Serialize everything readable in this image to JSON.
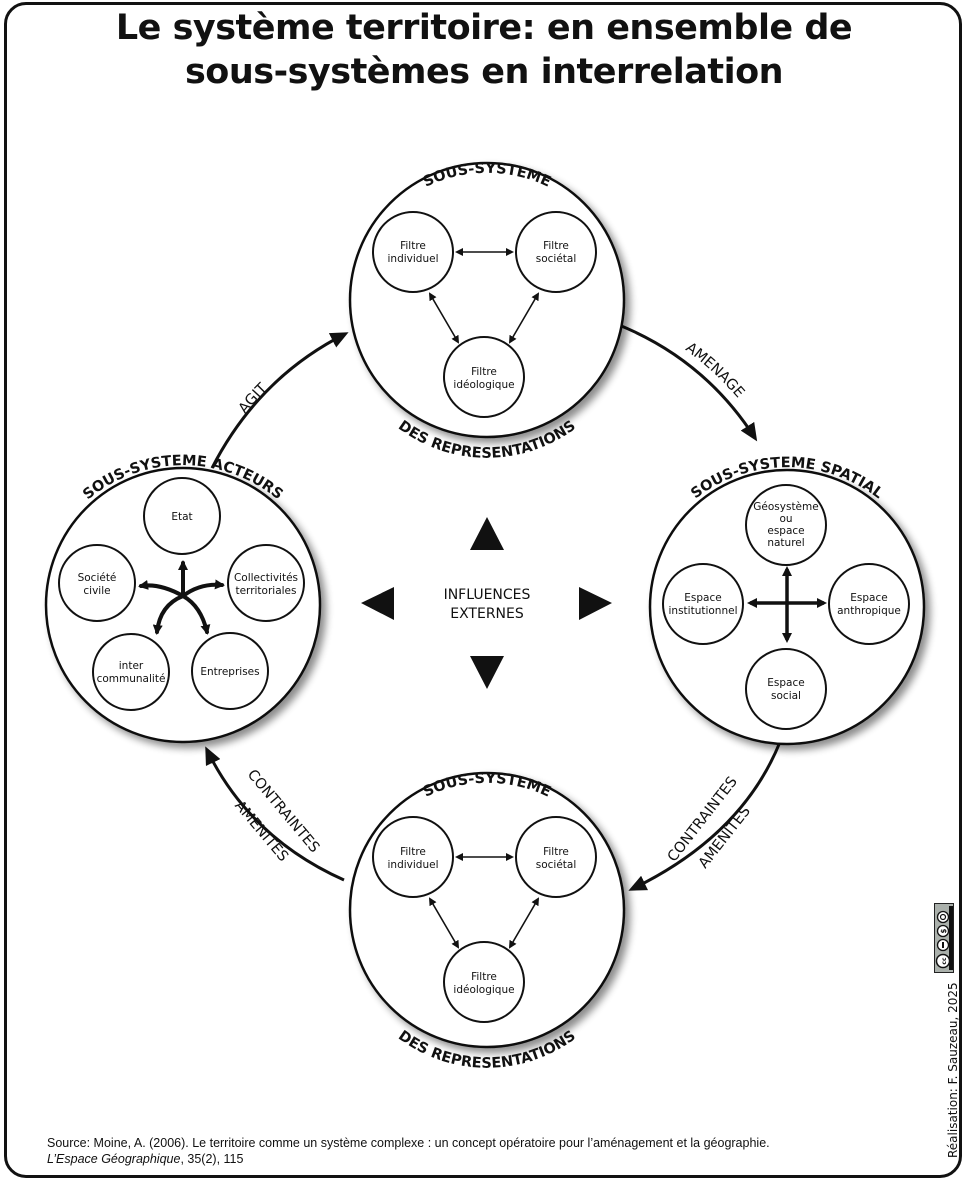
{
  "title": {
    "line1": "Le système territoire: en ensemble de",
    "line2": "sous-systèmes en interrelation"
  },
  "center": {
    "line1": "INFLUENCES",
    "line2": "EXTERNES",
    "arrows": [
      "triangle-up",
      "triangle-down",
      "triangle-left",
      "triangle-right"
    ]
  },
  "subsystems": {
    "top": {
      "label_top": "SOUS-SYSTEME",
      "label_bottom": "DES REPRESENTATIONS",
      "nodes": [
        {
          "line1": "Filtre",
          "line2": "individuel"
        },
        {
          "line1": "Filtre",
          "line2": "sociétal"
        },
        {
          "line1": "Filtre",
          "line2": "idéologique"
        }
      ]
    },
    "bottom": {
      "label_top": "SOUS-SYSTEME",
      "label_bottom": "DES REPRESENTATIONS",
      "nodes": [
        {
          "line1": "Filtre",
          "line2": "individuel"
        },
        {
          "line1": "Filtre",
          "line2": "sociétal"
        },
        {
          "line1": "Filtre",
          "line2": "idéologique"
        }
      ]
    },
    "left": {
      "label_top": "SOUS-SYSTEME ACTEURS",
      "nodes": [
        {
          "line1": "Etat",
          "line2": ""
        },
        {
          "line1": "Société",
          "line2": "civile"
        },
        {
          "line1": "Collectivités",
          "line2": "territoriales"
        },
        {
          "line1": "inter",
          "line2": "communalité"
        },
        {
          "line1": "Entreprises",
          "line2": ""
        }
      ]
    },
    "right": {
      "label_top": "SOUS-SYSTEME SPATIAL",
      "nodes": [
        {
          "lines": [
            "Géosystème",
            "ou",
            "espace",
            "naturel"
          ]
        },
        {
          "line1": "Espace",
          "line2": "institutionnel"
        },
        {
          "line1": "Espace",
          "line2": "anthropique"
        },
        {
          "line1": "Espace",
          "line2": "social"
        }
      ]
    }
  },
  "flows": {
    "agit": "AGIT",
    "amenage": "AMENAGE",
    "right_to_bottom": {
      "line1": "CONTRAINTES",
      "line2": "AMENITES"
    },
    "bottom_to_left": {
      "line1": "CONTRAINTES",
      "line2": "AMENITES"
    }
  },
  "source": {
    "text": "Source:  Moine, A. (2006). Le territoire comme un système complexe : un concept opératoire pour l’aménagement et la géographie.",
    "journal": "L’Espace Géographique",
    "ref": ", 35(2), 115"
  },
  "credit": "Réalisation: F. Sauzeau, 2025",
  "license": {
    "icon": "cc-by-nc-sa-icon",
    "labels": [
      "BY",
      "NC",
      "SA"
    ]
  }
}
